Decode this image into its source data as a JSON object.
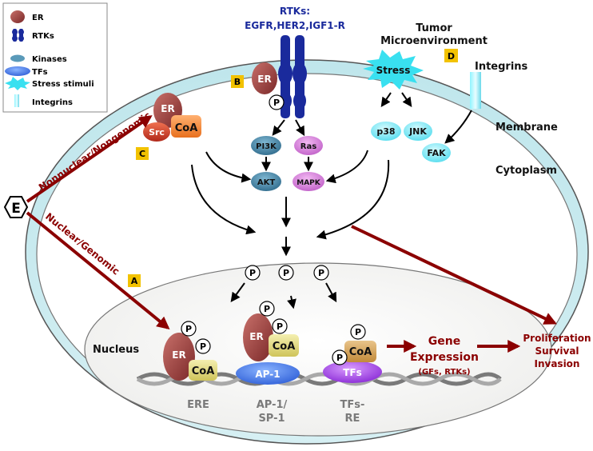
{
  "legend": {
    "items": [
      {
        "icon": "er-oval-icon",
        "label": "ER"
      },
      {
        "icon": "rtk-receptor-icon",
        "label": "RTKs"
      },
      {
        "icon": "kinase-oval-icon",
        "label": "Kinases"
      },
      {
        "icon": "tf-oval-icon",
        "label": "TFs"
      },
      {
        "icon": "stress-burst-icon",
        "label": "Stress stimuli"
      },
      {
        "icon": "integrin-bar-icon",
        "label": "Integrins"
      }
    ]
  },
  "rtk_title_line1": "RTKs:",
  "rtk_title_line2": "EGFR,HER2,IGF1-R",
  "tumor_line1": "Tumor",
  "tumor_line2": "Microenvironment",
  "integrins_label": "Integrins",
  "membrane_label": "Membrane",
  "cytoplasm_label": "Cytoplasm",
  "nucleus_label": "Nucleus",
  "stress_label": "Stress",
  "estrogen_label": "E",
  "phospho_label": "P",
  "er_label": "ER",
  "src_label": "Src",
  "coa_label": "CoA",
  "kinases": {
    "pi3k": "PI3K",
    "ras": "Ras",
    "akt": "AKT",
    "mapk": "MAPK",
    "p38": "p38",
    "jnk": "JNK",
    "fak": "FAK"
  },
  "ap1_label": "AP-1",
  "tfs_label": "TFs",
  "badges": {
    "a": "A",
    "b": "B",
    "c": "C",
    "d": "D"
  },
  "pathways": {
    "nonnuclear": "Nonnuclear/Nongenomic",
    "nuclear": "Nuclear/Genomic"
  },
  "gene_expression": {
    "line1": "Gene",
    "line2": "Expression",
    "line3": "(GFs, RTKs)"
  },
  "outcomes": {
    "line1": "Proliferation",
    "line2": "Survival",
    "line3": "Invasion"
  },
  "dna_elements": {
    "ere": "ERE",
    "ap1_line1": "AP-1/",
    "ap1_line2": "SP-1",
    "tfs_line1": "TFs-",
    "tfs_line2": "RE"
  },
  "colors": {
    "er_maroon": "#9b3a3a",
    "rtk_blue": "#1a2a9c",
    "kinase_teal": "#3d7ea0",
    "ras_pink": "#d47ad4",
    "stress_cyan": "#39e0f0",
    "pathway_red": "#8b0000",
    "badge_yellow": "#f2c200",
    "coa_yellow": "#e6df7a",
    "cell_fill": "#bfe6ec"
  }
}
